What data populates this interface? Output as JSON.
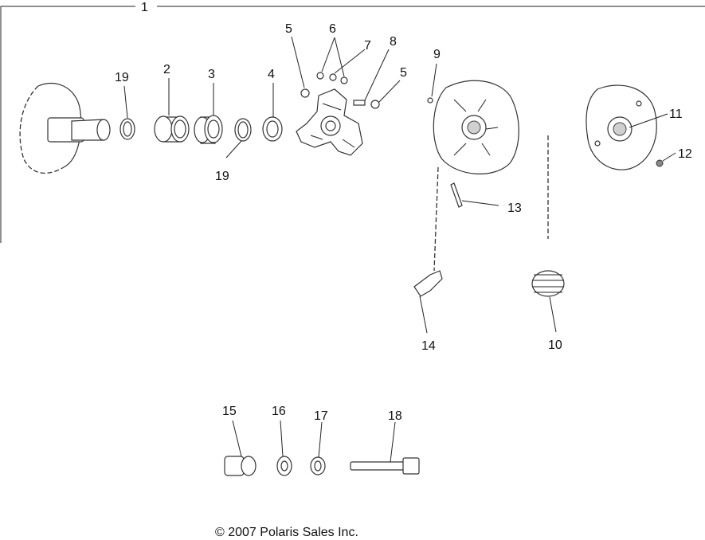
{
  "callouts": {
    "c1": "1",
    "c2": "2",
    "c3": "3",
    "c4": "4",
    "c5a": "5",
    "c5b": "5",
    "c6": "6",
    "c7": "7",
    "c8": "8",
    "c9": "9",
    "c10": "10",
    "c11": "11",
    "c12": "12",
    "c13": "13",
    "c14": "14",
    "c15": "15",
    "c16": "16",
    "c17": "17",
    "c18": "18",
    "c19a": "19",
    "c19b": "19"
  },
  "copyright": "© 2007 Polaris Sales Inc."
}
